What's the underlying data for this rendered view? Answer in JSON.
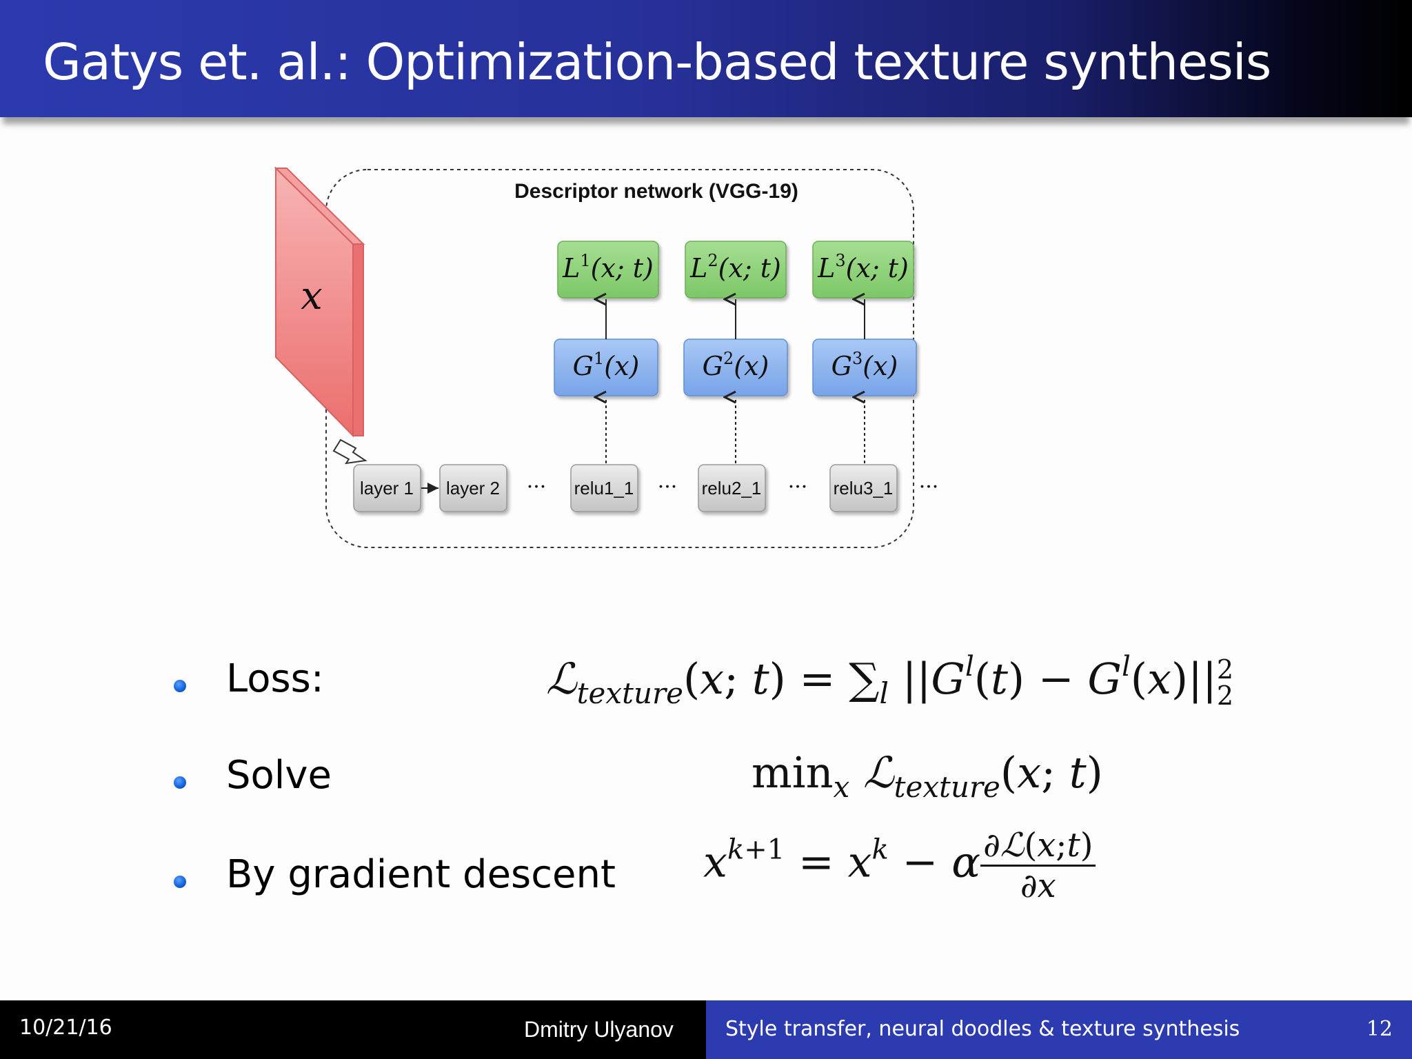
{
  "slide": {
    "title": "Gatys et. al.: Optimization-based texture synthesis"
  },
  "diagram": {
    "network_label": "Descriptor network (VGG-19)",
    "input_label": "x",
    "loss_boxes": [
      "L1(x;t)",
      "L2(x;t)",
      "L3(x;t)"
    ],
    "gram_boxes": [
      "G1(x)",
      "G2(x)",
      "G3(x)"
    ],
    "layers": [
      "layer 1",
      "layer 2",
      "relu1_1",
      "relu2_1",
      "relu3_1"
    ],
    "ellipsis": "···",
    "colors": {
      "loss_box": "#8fd27a",
      "gram_box": "#8fb6ef",
      "layer_box": "#d6d6d6",
      "input_slab": "#f08585"
    }
  },
  "bullets": [
    {
      "label": "Loss:",
      "formula": "ℒtexture(x;t) = ∑l ||Gl(t) − Gl(x)||22"
    },
    {
      "label": "Solve",
      "formula": "minx ℒtexture(x;t)"
    },
    {
      "label": "By gradient descent",
      "formula": "xk+1 = xk − α ∂ℒ(x;t)/∂x"
    }
  ],
  "footer": {
    "date": "10/21/16",
    "author": "Dmitry Ulyanov",
    "subtitle": "Style transfer, neural doodles & texture synthesis",
    "page": "12"
  }
}
